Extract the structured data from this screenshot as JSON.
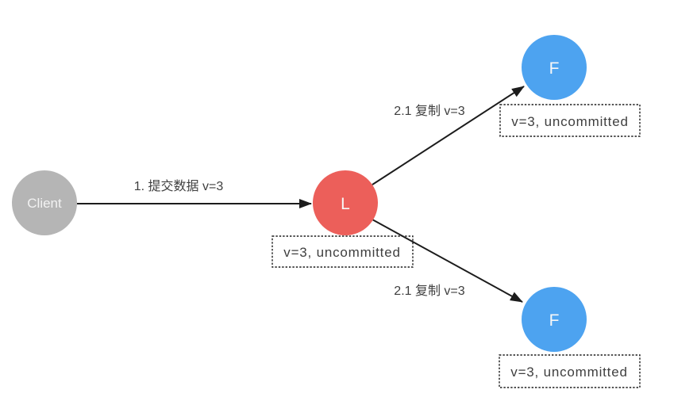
{
  "diagram": {
    "description": "raft log replication step diagram",
    "colors": {
      "background": "#ffffff",
      "client_node": "#b5b5b5",
      "leader_node": "#ec5f5a",
      "follower_node": "#4da3f0",
      "arrow": "#1c1c1c",
      "label_text": "#3f3f3f",
      "node_text": "#ffffff"
    },
    "nodes": {
      "client": {
        "label": "Client"
      },
      "leader": {
        "label": "L",
        "state": "v=3, uncommitted"
      },
      "follower_top": {
        "label": "F",
        "state": "v=3, uncommitted"
      },
      "follower_bottom": {
        "label": "F",
        "state": "v=3, uncommitted"
      }
    },
    "edges": {
      "client_to_leader": {
        "label": "1. 提交数据 v=3"
      },
      "leader_to_follower_top": {
        "label": "2.1 复制 v=3"
      },
      "leader_to_follower_bottom": {
        "label": "2.1 复制 v=3"
      }
    }
  }
}
